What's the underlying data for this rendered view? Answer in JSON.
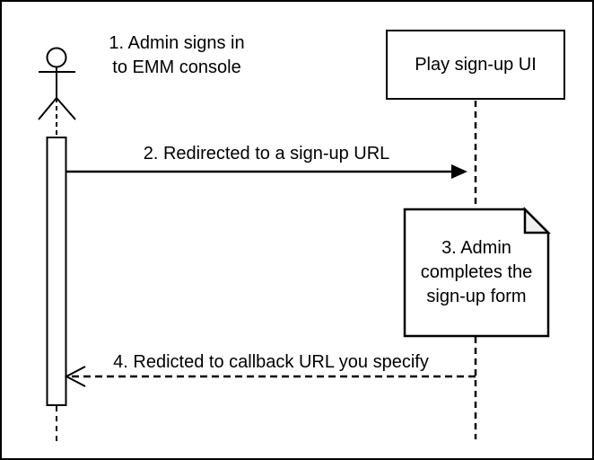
{
  "diagram": {
    "type": "sequence-diagram",
    "colors": {
      "stroke": "#000000",
      "background": "#ffffff",
      "note_fold": "#f0f0f0"
    },
    "actor": {
      "icon": "stick-figure-actor"
    },
    "step1": {
      "line1": "1. Admin signs in",
      "line2": "to EMM console"
    },
    "participant": {
      "label": "Play sign-up UI"
    },
    "message2": {
      "label": "2. Redirected to a sign-up URL",
      "style": "solid",
      "direction": "right"
    },
    "note3": {
      "line1": "3. Admin",
      "line2": "completes the",
      "line3": "sign-up form"
    },
    "message4": {
      "label": "4. Redicted to callback URL you specify",
      "style": "dashed",
      "direction": "left"
    }
  }
}
